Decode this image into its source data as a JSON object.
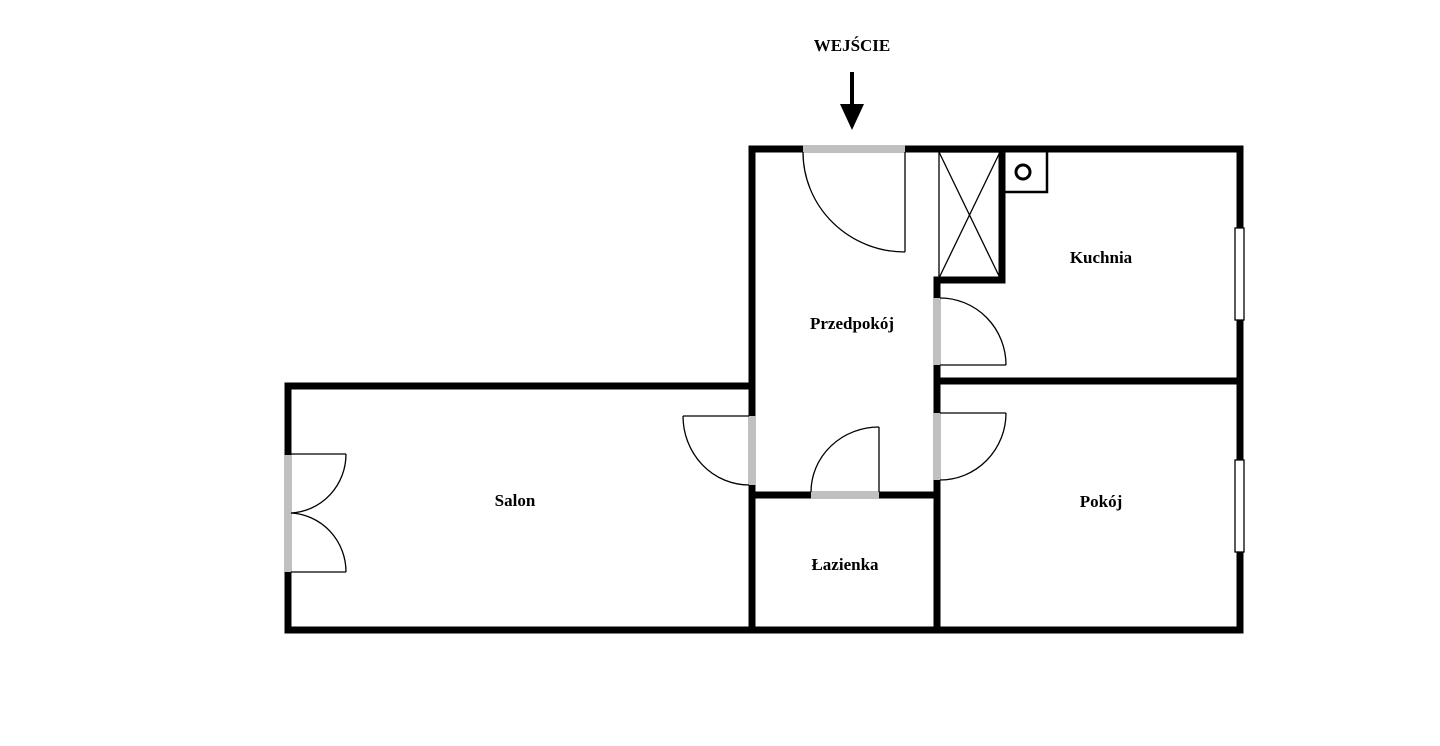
{
  "entrance": {
    "label": "WEJŚCIE"
  },
  "rooms": {
    "hallway": "Przedpokój",
    "kitchen": "Kuchnia",
    "living_room": "Salon",
    "room": "Pokój",
    "bathroom": "Łazienka"
  },
  "colors": {
    "wall": "#000000",
    "door_opening": "#c0c0c0"
  }
}
